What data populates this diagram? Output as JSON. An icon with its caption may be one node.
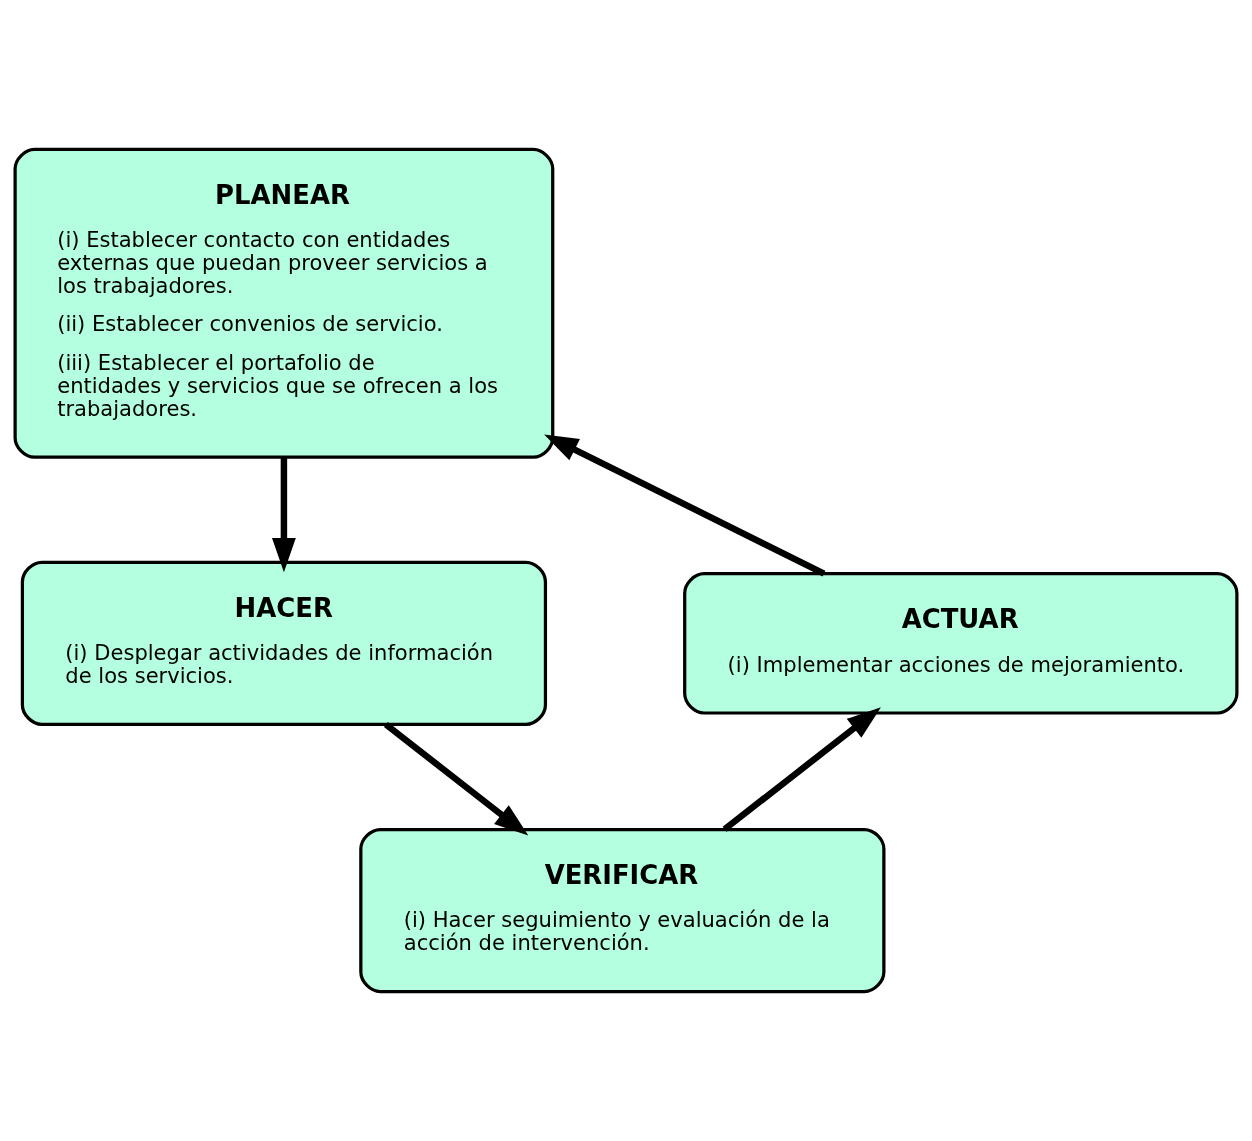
{
  "diagram": {
    "nodes": [
      {
        "text": [
          "PLANEAR",
          "(i) Establecer contacto con entidades externas que puedan proveer servicios a los trabajadores.",
          "(ii) Establecer convenios de servicio.",
          "(iii) Establecer el portafolio de entidades y servicios que se ofrecen a los trabajadores."
        ]
      },
      {
        "text": [
          "HACER",
          "(i) Desplegar actividades de información de los servicios."
        ]
      },
      {
        "text": [
          "VERIFICAR",
          "(i) Hacer seguimiento y evaluación de la acción de intervención."
        ]
      },
      {
        "text": [
          "ACTUAR",
          "(i) Implementar acciones de mejoramiento."
        ]
      }
    ],
    "edges": [
      {
        "from": 0,
        "to": 1,
        "arrow": "to"
      },
      {
        "from": 1,
        "to": 2,
        "arrow": "to"
      },
      {
        "from": 2,
        "to": 3,
        "arrow": "to"
      },
      {
        "from": 3,
        "to": 0,
        "arrow": "to"
      }
    ]
  }
}
